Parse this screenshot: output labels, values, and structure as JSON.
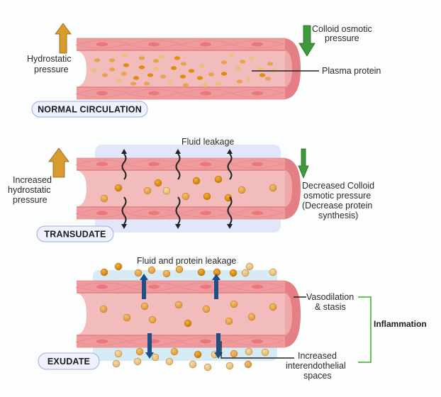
{
  "panels": [
    {
      "id": "normal",
      "title": "NORMAL CIRCULATION",
      "left_arrow_label": [
        "Hydrostatic",
        "pressure"
      ],
      "right_arrow_label": [
        "Colloid osmotic",
        "pressure"
      ],
      "pointer_label": "Plasma protein"
    },
    {
      "id": "transudate",
      "title": "TRANSUDATE",
      "top_label": "Fluid leakage",
      "left_arrow_label": [
        "Increased",
        "hydrostatic",
        "pressure"
      ],
      "right_arrow_label": [
        "Decreased Colloid",
        "osmotic pressure",
        "(Decrease protein",
        "synthesis)"
      ]
    },
    {
      "id": "exudate",
      "title": "EXUDATE",
      "top_label": "Fluid and protein leakage",
      "vasodilation_label": [
        "Vasodilation",
        "& stasis"
      ],
      "interendothelial_label": [
        "Increased",
        "interendothelial",
        "spaces"
      ],
      "bracket_label": "Inflammation"
    }
  ],
  "colors": {
    "vessel_wall": "#ef9a9c",
    "vessel_lumen": "#f2bcbc",
    "vessel_end": "#e57f86",
    "protein_dark": "#e08c0e",
    "protein_light": "#e8b060",
    "hydrostatic_arrow": "#d89b2e",
    "osmotic_arrow": "#3f9a3c",
    "leak_arrow": "#1e4f86",
    "transudate_bg": "#e2e6fb",
    "exudate_bg": "#d6ebf3",
    "bracket": "#5cb649",
    "pill_bg": "#eef2ff",
    "pill_border": "#9aaedc"
  }
}
